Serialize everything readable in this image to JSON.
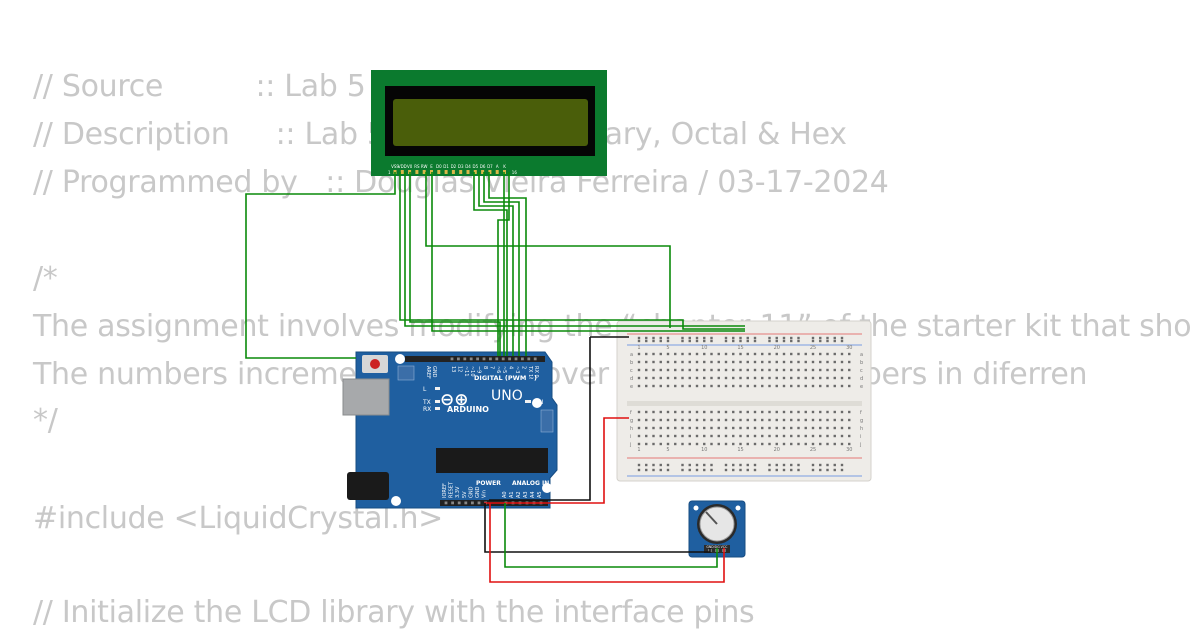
{
  "code": {
    "lines": [
      "// Source          :: Lab 5",
      "// Description     :: Lab 5 – Decimal, Binary, Octal & Hex",
      "// Programmed by   :: Douglas Vieira Ferreira / 03-17-2024",
      "/*",
      "The assignment involves modifying the “chapter 11” of the starter kit that sho",
      "The numbers increment and wrap over and display numbers in diferren",
      "*/",
      "#include <LiquidCrystal.h>",
      "// Initialize the LCD library with the interface pins"
    ]
  },
  "arduino": {
    "brand": "ARDUINO",
    "model": "UNO",
    "digital_label": "DIGITAL (PWM ~)",
    "power_label": "POWER",
    "analog_label": "ANALOG IN",
    "on_label": "ON",
    "tx_label": "TX",
    "rx_label": "RX",
    "l_label": "L",
    "aref_label": "AREF",
    "gnd_label": "GND",
    "digital_pins": [
      "13",
      "12",
      "~11",
      "~10",
      "~9",
      "8",
      "7",
      "~6",
      "~5",
      "4",
      "~3",
      "2",
      "TX 1",
      "RX 0"
    ],
    "power_pins": [
      "IOREF",
      "RESET",
      "3.3V",
      "5V",
      "GND",
      "GND",
      "Vin"
    ],
    "analog_pins": [
      "A0",
      "A1",
      "A2",
      "A3",
      "A4",
      "A5"
    ]
  },
  "lcd": {
    "pin_labels": [
      "VSS",
      "VDD",
      "V0",
      "RS",
      "RW",
      "E",
      "D0",
      "D1",
      "D2",
      "D3",
      "D4",
      "D5",
      "D6",
      "D7",
      "A",
      "K"
    ],
    "pin_first": "1",
    "pin_last": "16",
    "screen_color": "#4a5e0a",
    "board_color": "#0b7a2e"
  },
  "potentiometer": {
    "pin_labels": [
      "GND",
      "SIG",
      "VCC"
    ]
  },
  "breadboard": {
    "column_numbers": [
      "1",
      "5",
      "10",
      "15",
      "20",
      "25",
      "30"
    ],
    "row_letters_top": [
      "a",
      "b",
      "c",
      "d",
      "e"
    ],
    "row_letters_bottom": [
      "f",
      "g",
      "h",
      "i",
      "j"
    ]
  },
  "colors": {
    "code_text": "#c8c8c8",
    "wire_green": "#0a8a0a",
    "wire_red": "#e01010",
    "wire_black": "#101010",
    "arduino_blue": "#1f5fa0"
  }
}
